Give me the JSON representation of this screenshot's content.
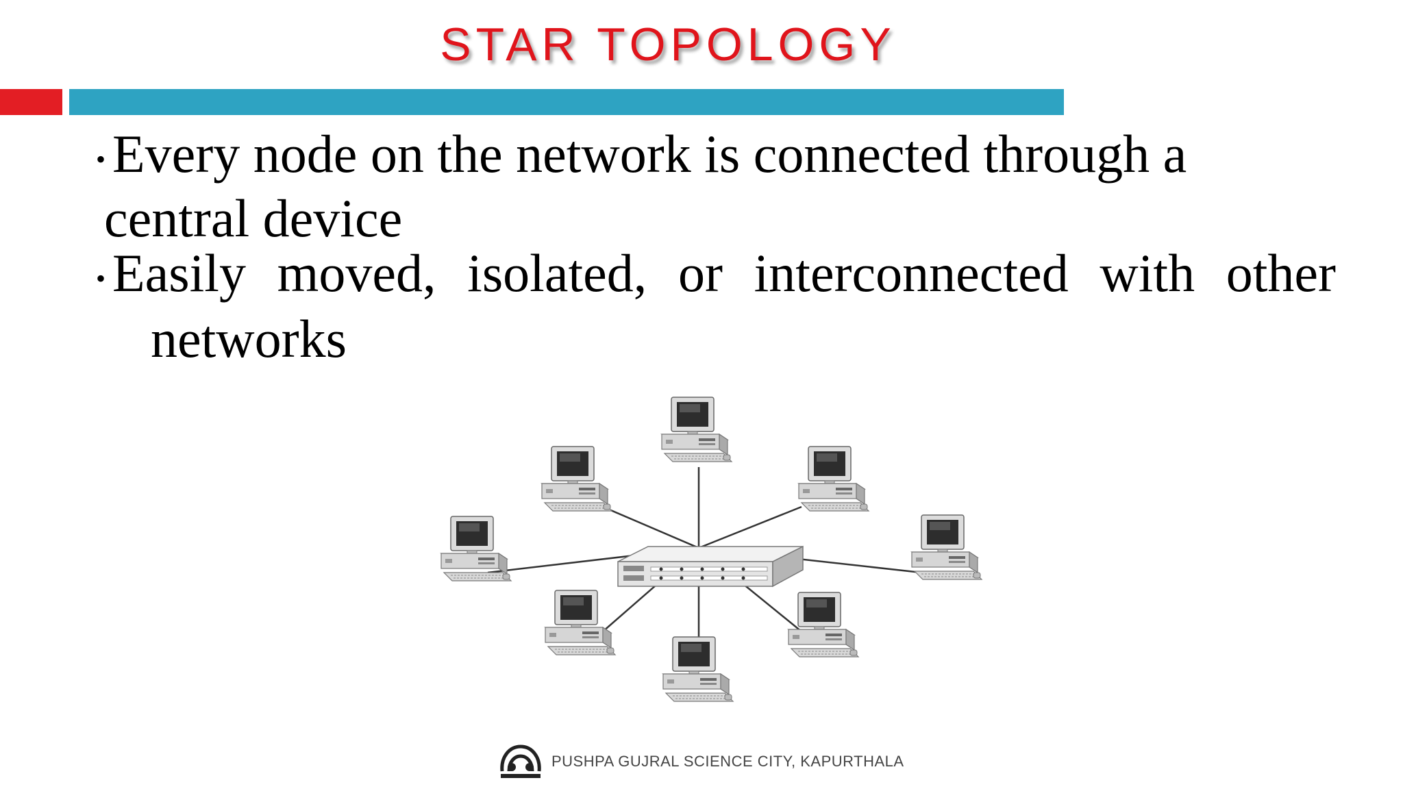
{
  "title": "STAR TOPOLOGY",
  "accent": {
    "red": "#e31e24",
    "blue": "#2ea3c2",
    "title_color": "#e0141b"
  },
  "bullets": [
    {
      "line1": "Every node on the network is connected through a",
      "line2": "central device"
    },
    {
      "words": [
        "Easily",
        "moved,",
        "isolated,",
        "or",
        "interconnected",
        "with",
        "other"
      ],
      "line2": "networks"
    }
  ],
  "diagram": {
    "hub": "network-hub",
    "nodes": [
      "computer-top",
      "computer-top-right",
      "computer-right",
      "computer-bottom-right",
      "computer-bottom",
      "computer-bottom-left",
      "computer-left",
      "computer-top-left"
    ]
  },
  "footer": {
    "text": "PUSHPA GUJRAL SCIENCE CITY, KAPURTHALA",
    "logo": "science-city-logo"
  }
}
